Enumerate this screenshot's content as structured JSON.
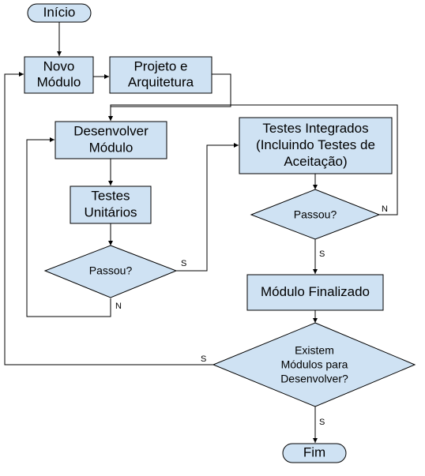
{
  "nodes": {
    "inicio": {
      "label": [
        "Início"
      ]
    },
    "novo_modulo": {
      "label": [
        "Novo",
        "Módulo"
      ]
    },
    "projeto": {
      "label": [
        "Projeto e",
        "Arquitetura"
      ]
    },
    "desenvolver": {
      "label": [
        "Desenvolver",
        "Módulo"
      ]
    },
    "testes_unitarios": {
      "label": [
        "Testes",
        "Unitários"
      ]
    },
    "passou_1": {
      "label": [
        "Passou?"
      ]
    },
    "testes_integrados": {
      "label": [
        "Testes Integrados",
        "(Incluindo Testes de",
        "Aceitação)"
      ]
    },
    "passou_2": {
      "label": [
        "Passou?"
      ]
    },
    "modulo_finalizado": {
      "label": [
        "Módulo Finalizado"
      ]
    },
    "existem": {
      "label": [
        "Existem",
        "Módulos para",
        "Desenvolver?"
      ]
    },
    "fim": {
      "label": [
        "Fim"
      ]
    }
  },
  "edge_labels": {
    "passou1_yes": "S",
    "passou1_no": "N",
    "passou2_yes": "S",
    "passou2_no": "N",
    "existem_yes_loop": "S",
    "existem_yes_end": "S"
  }
}
